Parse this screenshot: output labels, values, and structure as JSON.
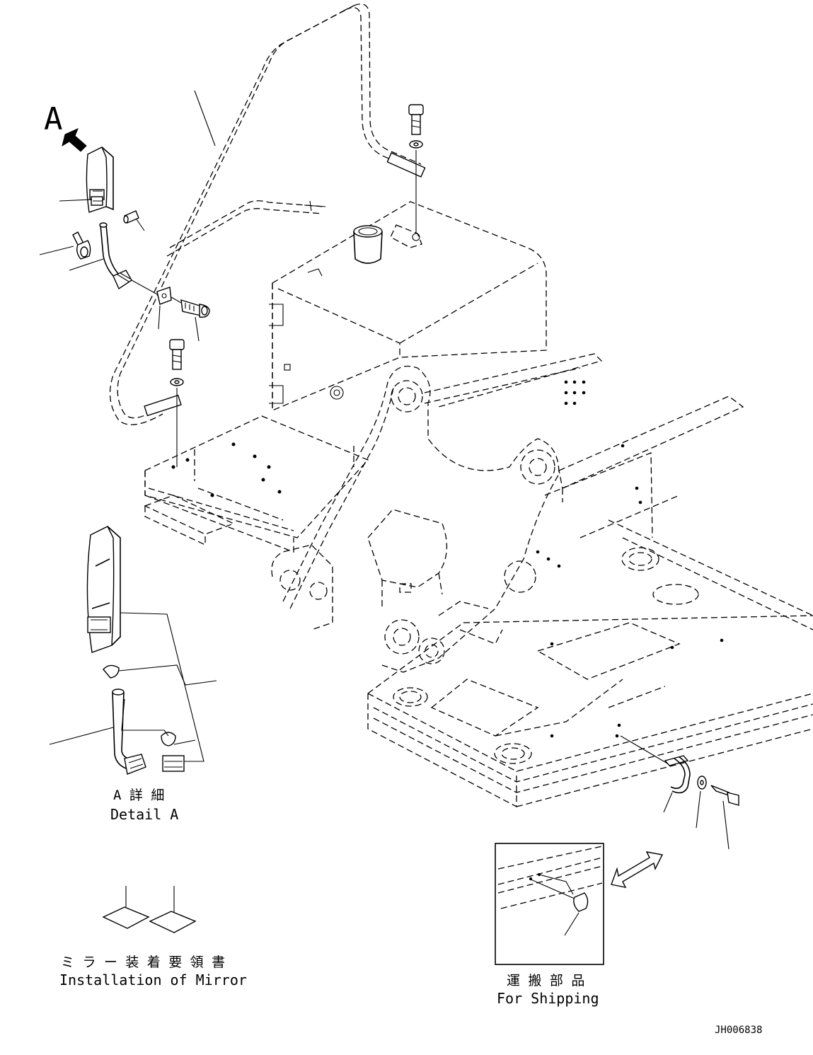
{
  "view_label": "A",
  "detail": {
    "title_jp": "A 詳 細",
    "title_en": "Detail A"
  },
  "mirror_install": {
    "title_jp": "ミ ラ ー 装 着 要 領 書",
    "title_en": "Installation of Mirror"
  },
  "shipping": {
    "title_jp": "運 搬 部 品",
    "title_en": "For Shipping"
  },
  "drawing_code": "JH006838"
}
